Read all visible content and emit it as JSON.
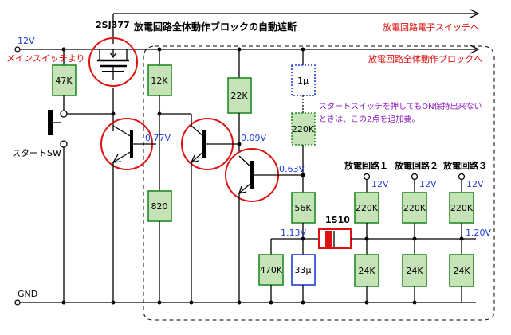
{
  "labels": {
    "title_block": "放電回路全体動作ブロックの自動遮断",
    "to_electronic_switch": "放電回路電子スイッチへ",
    "to_block": "放電回路全体動作ブロックへ",
    "mosfet": "2SJ377",
    "supply_12v": "12V",
    "from_main_switch": "メインスイッチより",
    "start_sw": "スタートSW",
    "gnd": "GND",
    "diode": "1S10",
    "note_line1": "スタートスイッチを押してもON保持出来ない",
    "note_line2": "ときは、この2点を追加要。",
    "circuit1": "放電回路１",
    "circuit2": "放電回路２",
    "circuit3": "放電回路３",
    "v12_c1": "12V",
    "v12_c2": "12V",
    "v12_c3": "12V"
  },
  "voltages": {
    "q1_base": "0.77V",
    "q3_base": "0.09V",
    "q4_base": "0.63V",
    "node_cap": "1.13V",
    "node_out": "1.20V"
  },
  "components": {
    "r_47k": "47K",
    "r_12k": "12K",
    "r_22k": "22K",
    "c_1u": "1μ",
    "r_220k_opt": "220K",
    "r_820": "820",
    "r_56k": "56K",
    "r_470k": "470K",
    "c_33u": "33μ",
    "r_220k_1": "220K",
    "r_220k_2": "220K",
    "r_220k_3": "220K",
    "r_24k_1": "24K",
    "r_24k_2": "24K",
    "r_24k_3": "24K"
  },
  "colors": {
    "resistor_fill": "#c5e3b6",
    "resistor_stroke": "#228b22",
    "capacitor_stroke": "#1e3cdc",
    "highlight_red": "#e01010",
    "voltage_blue": "#1e3cdc",
    "note_purple": "#8c1cc0"
  }
}
